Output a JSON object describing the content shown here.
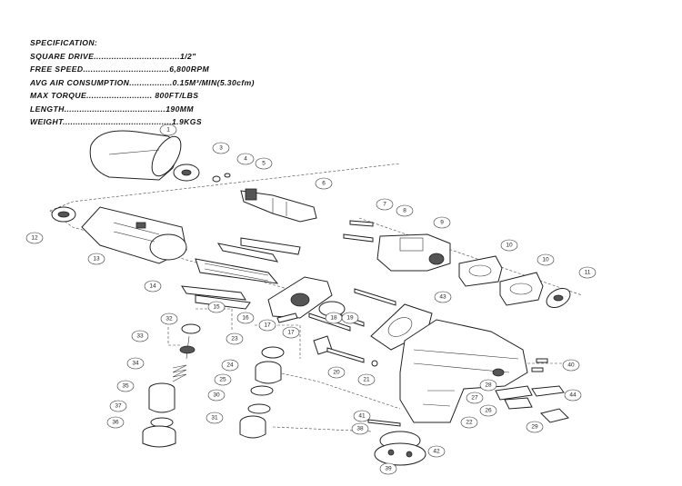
{
  "specification": {
    "heading": "SPECIFICATION:",
    "rows": [
      {
        "text": "SQUARE DRIVE..................................1/2\""
      },
      {
        "text": "FREE SPEED..................................6,800RPM"
      },
      {
        "text": "AVG AIR CONSUMPTION.................0.15M³/MIN(5.30cfm)"
      },
      {
        "text": "MAX TORQUE.......................... 800FT/LBS"
      },
      {
        "text": "LENGTH........................................190MM"
      },
      {
        "text": "WEIGHT...........................................1.9KGS"
      }
    ]
  },
  "diagram": {
    "part_numbers": [
      "1",
      "3",
      "4",
      "5",
      "6",
      "7",
      "8",
      "9",
      "10",
      "10",
      "11",
      "12",
      "13",
      "14",
      "15",
      "16",
      "17",
      "17",
      "18",
      "19",
      "20",
      "21",
      "22",
      "23",
      "24",
      "25",
      "26",
      "27",
      "28",
      "29",
      "30",
      "31",
      "32",
      "33",
      "34",
      "35",
      "36",
      "37",
      "38",
      "39",
      "40",
      "41",
      "42",
      "43",
      "44"
    ]
  }
}
